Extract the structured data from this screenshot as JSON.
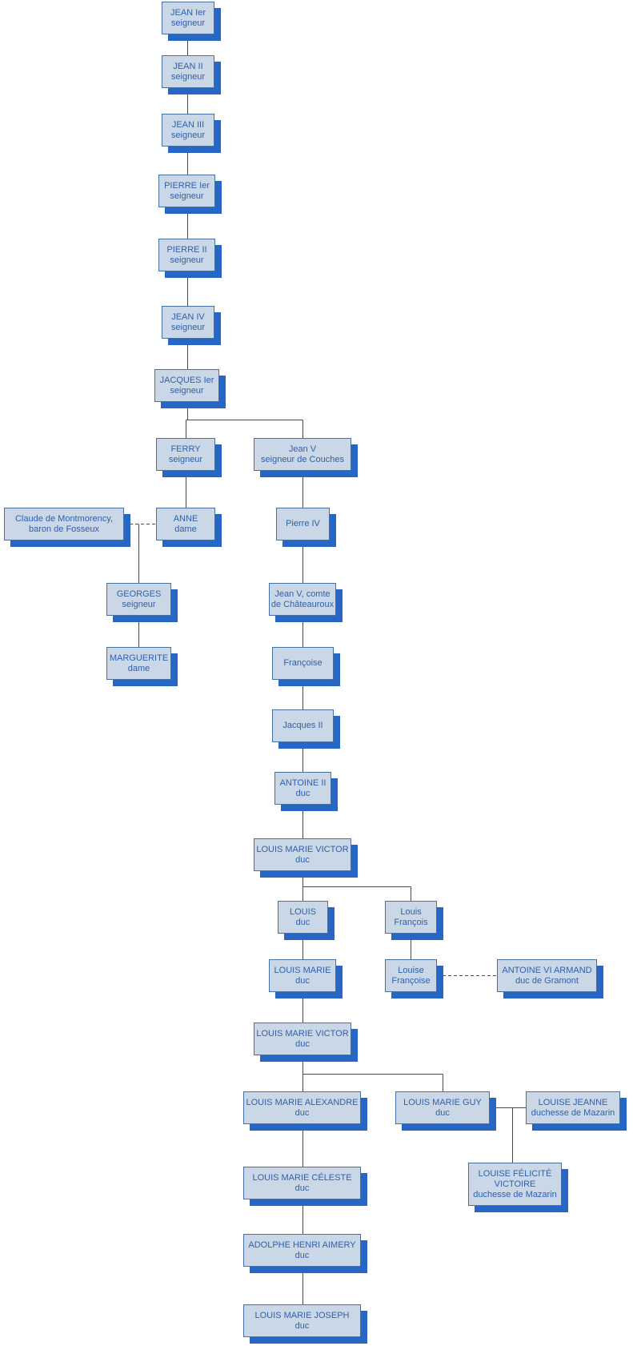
{
  "diagram": {
    "colors": {
      "background": "#ffffff",
      "node_fill": "#cad7e6",
      "node_border": "#44719f",
      "node_shadow": "#2766c4",
      "node_text": "#2f5fae",
      "connector": "#4a4a4a"
    }
  },
  "nodes": [
    {
      "lines": [
        "JEAN Ier",
        "seigneur"
      ]
    },
    {
      "lines": [
        "JEAN II",
        "seigneur"
      ]
    },
    {
      "lines": [
        "JEAN III",
        "seigneur"
      ]
    },
    {
      "lines": [
        "PIERRE Ier",
        "seigneur"
      ]
    },
    {
      "lines": [
        "PIERRE II",
        "seigneur"
      ]
    },
    {
      "lines": [
        "JEAN IV",
        "seigneur"
      ]
    },
    {
      "lines": [
        "JACQUES Ier",
        "seigneur"
      ]
    },
    {
      "lines": [
        "FERRY",
        "seigneur"
      ]
    },
    {
      "lines": [
        "Jean V",
        "seigneur de Couches"
      ]
    },
    {
      "lines": [
        "Claude de Montmorency,",
        "baron de Fosseux"
      ]
    },
    {
      "lines": [
        "ANNE",
        "dame"
      ]
    },
    {
      "lines": [
        "Pierre IV"
      ]
    },
    {
      "lines": [
        "GEORGES",
        "seigneur"
      ]
    },
    {
      "lines": [
        "Jean V, comte",
        "de Châteauroux"
      ]
    },
    {
      "lines": [
        "MARGUERITE",
        "dame"
      ]
    },
    {
      "lines": [
        "Françoise"
      ]
    },
    {
      "lines": [
        "Jacques II"
      ]
    },
    {
      "lines": [
        "ANTOINE II",
        "duc"
      ]
    },
    {
      "lines": [
        "LOUIS MARIE VICTOR",
        "duc"
      ]
    },
    {
      "lines": [
        "LOUIS",
        "duc"
      ]
    },
    {
      "lines": [
        "Louis",
        "François"
      ]
    },
    {
      "lines": [
        "LOUIS MARIE",
        "duc"
      ]
    },
    {
      "lines": [
        "Louise",
        "Françoise"
      ]
    },
    {
      "lines": [
        "ANTOINE VI ARMAND",
        "duc de Gramont"
      ]
    },
    {
      "lines": [
        "LOUIS MARIE VICTOR",
        "duc"
      ]
    },
    {
      "lines": [
        "LOUIS MARIE ALEXANDRE",
        "duc"
      ]
    },
    {
      "lines": [
        "LOUIS MARIE GUY",
        "duc"
      ]
    },
    {
      "lines": [
        "LOUISE JEANNE",
        "duchesse de Mazarin"
      ]
    },
    {
      "lines": [
        "LOUISE FÉLICITÉ",
        "VICTOIRE",
        "duchesse de Mazarin"
      ]
    },
    {
      "lines": [
        "LOUIS MARIE CÉLESTE",
        "duc"
      ]
    },
    {
      "lines": [
        "ADOLPHE HENRI AIMERY",
        "duc"
      ]
    },
    {
      "lines": [
        "LOUIS MARIE JOSEPH",
        "duc"
      ]
    }
  ]
}
